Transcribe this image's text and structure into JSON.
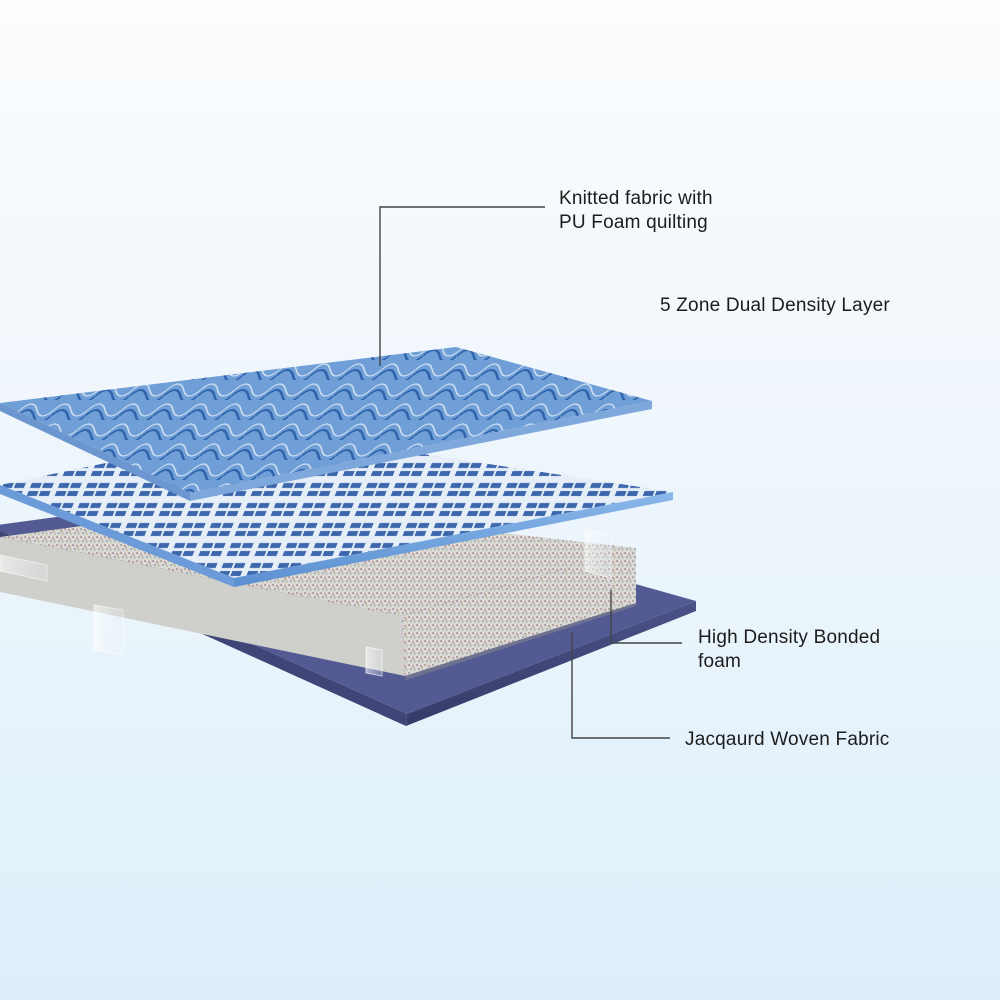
{
  "labels": {
    "knitted": "Knitted fabric with\nPU Foam quilting",
    "zone": "5 Zone Dual Density Layer",
    "bonded": "High Density Bonded\nfoam",
    "jacquard": "Jacqaurd Woven Fabric"
  },
  "colors": {
    "background_top": "#fcfdfe",
    "background_bottom": "#ddeffa",
    "top_quilt": "#6f9fd6",
    "quilt_pattern": "#1f4f97",
    "zone_layer": "#5b8ccf",
    "bonded_foam": "#d7d5d1",
    "jacquard_base": "#4f568f",
    "leader_line": "#444444"
  }
}
